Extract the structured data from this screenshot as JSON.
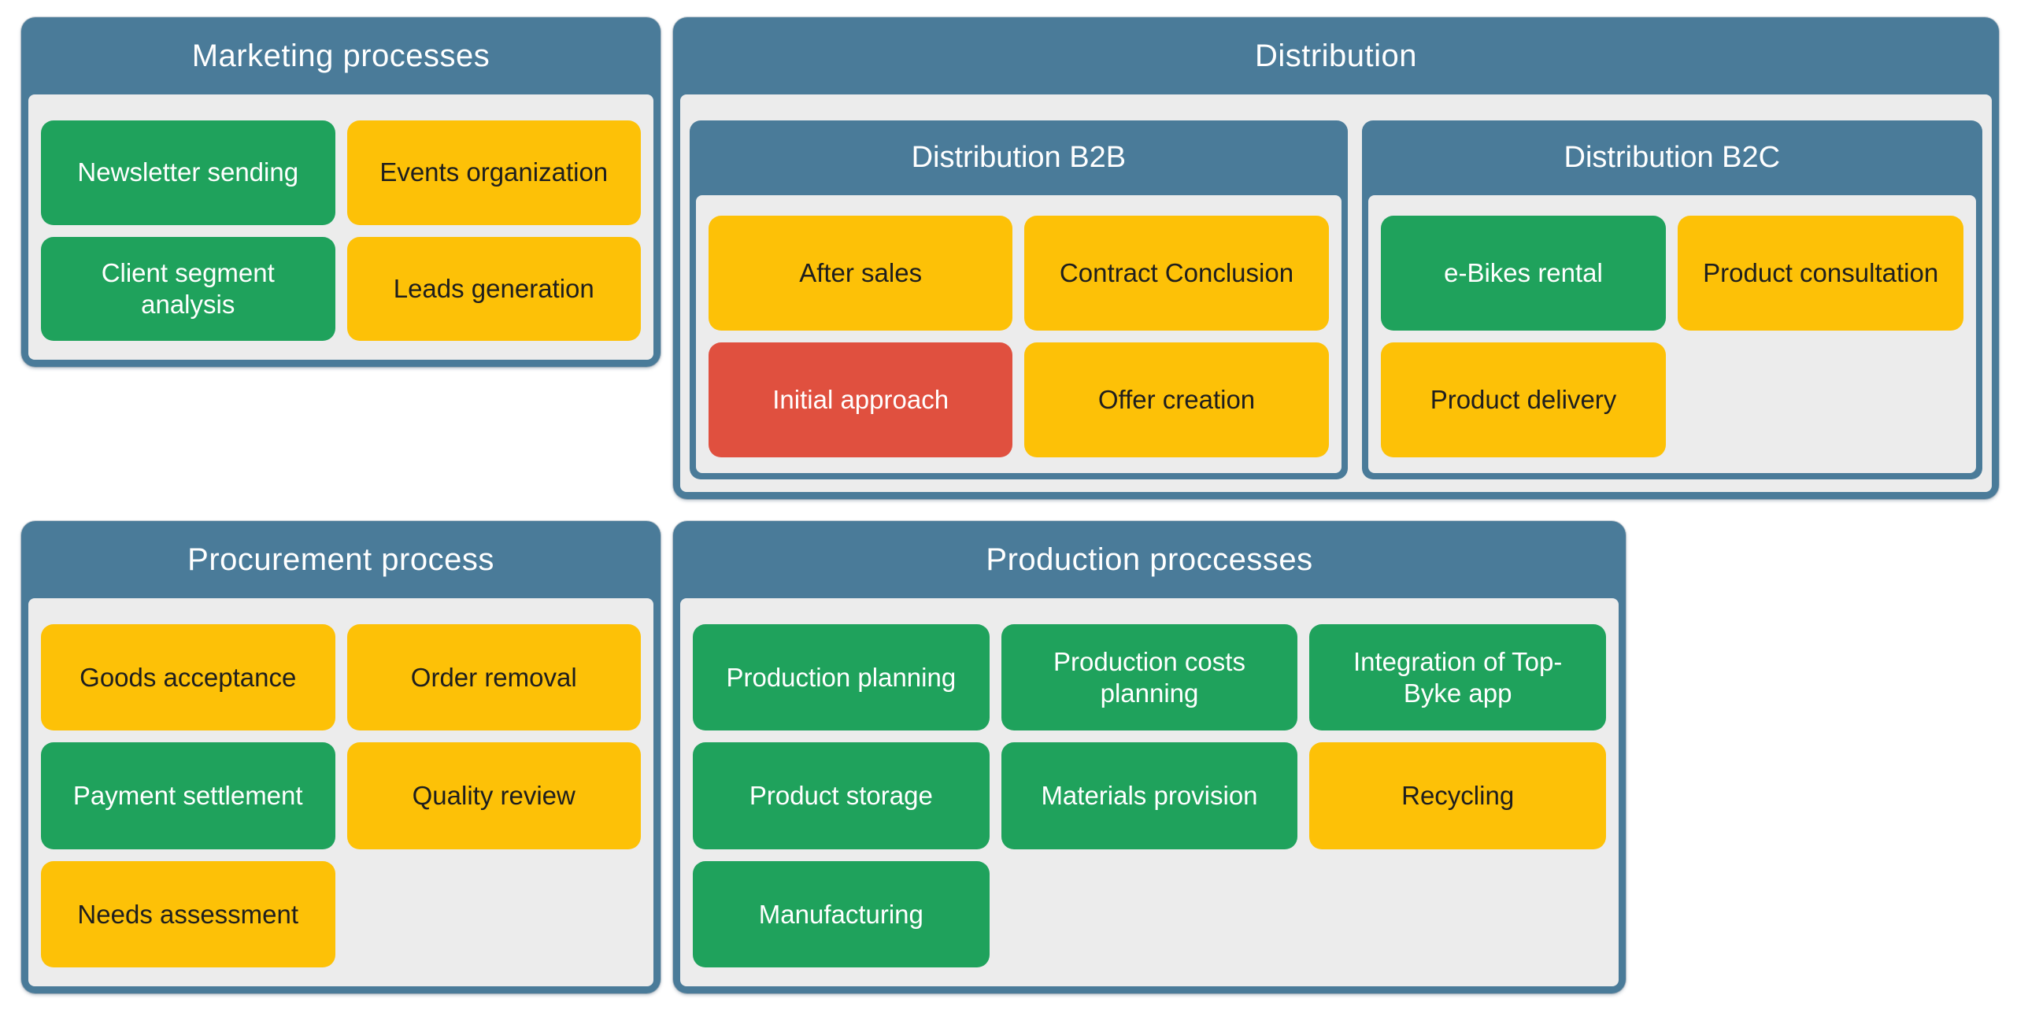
{
  "palette": {
    "frame": "#4A7B99",
    "body": "#ECECEC",
    "page": "#FFFFFF",
    "green": "#1FA25C",
    "yellow": "#FDC107",
    "red": "#E0503F",
    "text_on_yellow": "#1E1E1E",
    "text_on_dark": "#FFFFFF"
  },
  "panels": {
    "marketing": {
      "title": "Marketing processes",
      "tiles": [
        {
          "label": "Newsletter sending",
          "color": "green"
        },
        {
          "label": "Events organization",
          "color": "yellow"
        },
        {
          "label": "Client segment analysis",
          "color": "green"
        },
        {
          "label": "Leads generation",
          "color": "yellow"
        }
      ]
    },
    "distribution": {
      "title": "Distribution",
      "subpanels": [
        {
          "title": "Distribution B2B",
          "tiles": [
            {
              "label": "After sales",
              "color": "yellow"
            },
            {
              "label": "Contract Conclusion",
              "color": "yellow"
            },
            {
              "label": "Initial approach",
              "color": "red"
            },
            {
              "label": "Offer creation",
              "color": "yellow"
            }
          ]
        },
        {
          "title": "Distribution B2C",
          "tiles": [
            {
              "label": "e-Bikes rental",
              "color": "green"
            },
            {
              "label": "Product consultation",
              "color": "yellow"
            },
            {
              "label": "Product delivery",
              "color": "yellow"
            }
          ]
        }
      ]
    },
    "procurement": {
      "title": "Procurement process",
      "tiles": [
        {
          "label": "Goods acceptance",
          "color": "yellow"
        },
        {
          "label": "Order removal",
          "color": "yellow"
        },
        {
          "label": "Payment settlement",
          "color": "green"
        },
        {
          "label": "Quality review",
          "color": "yellow"
        },
        {
          "label": "Needs assessment",
          "color": "yellow"
        }
      ]
    },
    "production": {
      "title": "Production proccesses",
      "tiles": [
        {
          "label": "Production planning",
          "color": "green"
        },
        {
          "label": "Production costs planning",
          "color": "green"
        },
        {
          "label": "Integration of Top-Byke app",
          "color": "green"
        },
        {
          "label": "Product storage",
          "color": "green"
        },
        {
          "label": "Materials provision",
          "color": "green"
        },
        {
          "label": "Recycling",
          "color": "yellow"
        },
        {
          "label": "Manufacturing",
          "color": "green"
        }
      ]
    }
  }
}
